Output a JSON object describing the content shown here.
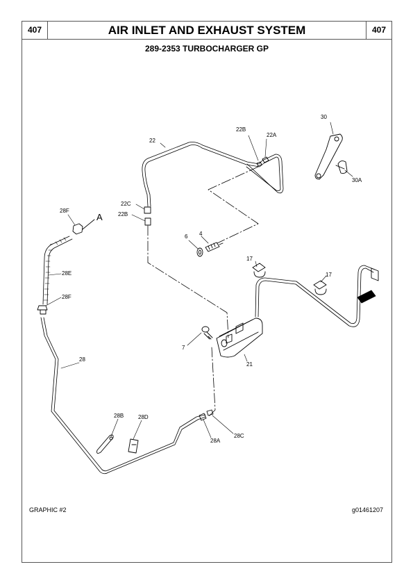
{
  "header": {
    "page_left": "407",
    "title": "AIR INLET AND EXHAUST SYSTEM",
    "page_right": "407"
  },
  "subtitle": "289-2353 TURBOCHARGER GP",
  "footer": {
    "left": "GRAPHIC #2",
    "right": "g01461207"
  },
  "callouts": {
    "c30": "30",
    "c30A": "30A",
    "c22": "22",
    "c22B_top": "22B",
    "c22A": "22A",
    "c22C": "22C",
    "c22B_mid": "22B",
    "c28F_top": "28F",
    "cA": "A",
    "c4": "4",
    "c6": "6",
    "c17_left": "17",
    "c17_right": "17",
    "c28E": "28E",
    "c28F_bot": "28F",
    "c7": "7",
    "c21": "21",
    "c28": "28",
    "c28B": "28B",
    "c28D": "28D",
    "c28A": "28A",
    "c28C": "28C"
  }
}
